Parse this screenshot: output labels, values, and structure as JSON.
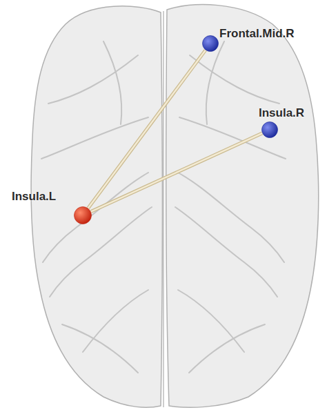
{
  "diagram": {
    "nodes": [
      {
        "text": [
          "Frontal.Mid.R"
        ]
      },
      {
        "text": [
          "Insula.R"
        ]
      },
      {
        "text": [
          "Insula.L"
        ]
      }
    ],
    "edges": [
      {
        "from": 2,
        "to": 0,
        "arrow": "none"
      },
      {
        "from": 2,
        "to": 1,
        "arrow": "none"
      }
    ]
  }
}
